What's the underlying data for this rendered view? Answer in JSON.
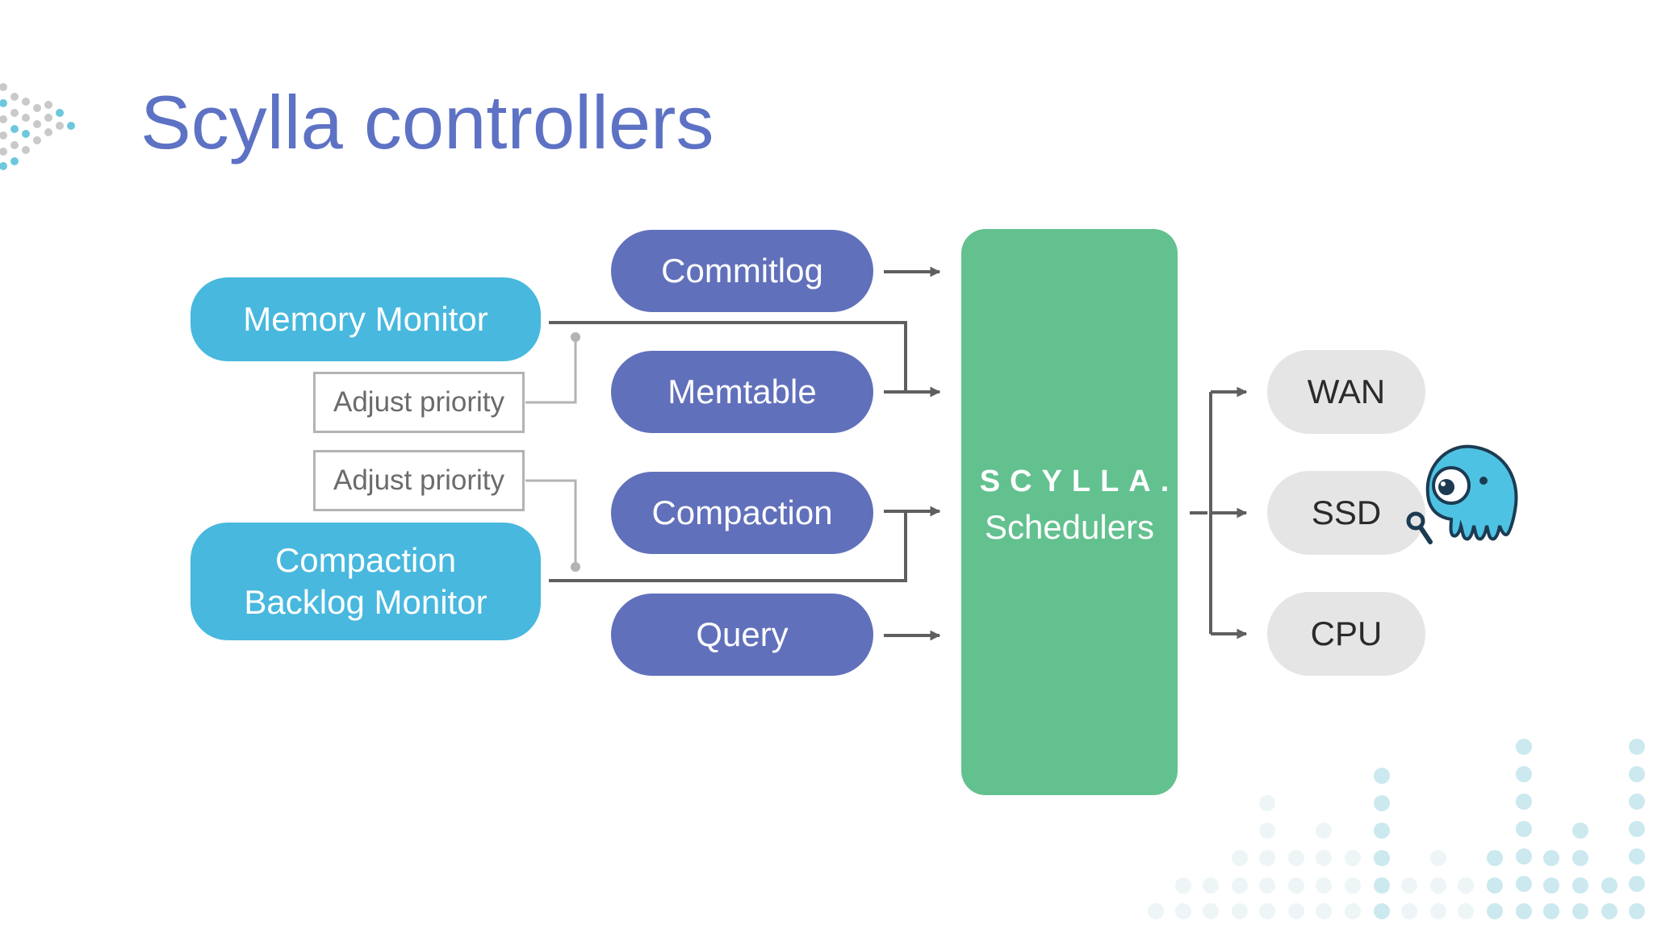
{
  "slide": {
    "title": "Scylla controllers"
  },
  "monitors": {
    "memory": "Memory Monitor",
    "compaction_backlog": "Compaction\nBacklog Monitor"
  },
  "adjust_labels": [
    "Adjust priority",
    "Adjust priority"
  ],
  "queues": [
    "Commitlog",
    "Memtable",
    "Compaction",
    "Query"
  ],
  "scheduler": {
    "logo": "SCYLLA.",
    "label": "Schedulers"
  },
  "resources": [
    "WAN",
    "SSD",
    "CPU"
  ],
  "colors": {
    "title": "#5d72c4",
    "monitor": "#48b8de",
    "queue": "#6170bb",
    "scheduler": "#63c18f",
    "resource": "#e5e5e5",
    "connector": "#5f5f5f",
    "feedback_line": "#b3b3b3"
  },
  "decoration": {
    "mascot_icon": "scylla-octopus-mascot-icon",
    "dot_pattern_icon": "dot-pattern-decoration-icon"
  }
}
